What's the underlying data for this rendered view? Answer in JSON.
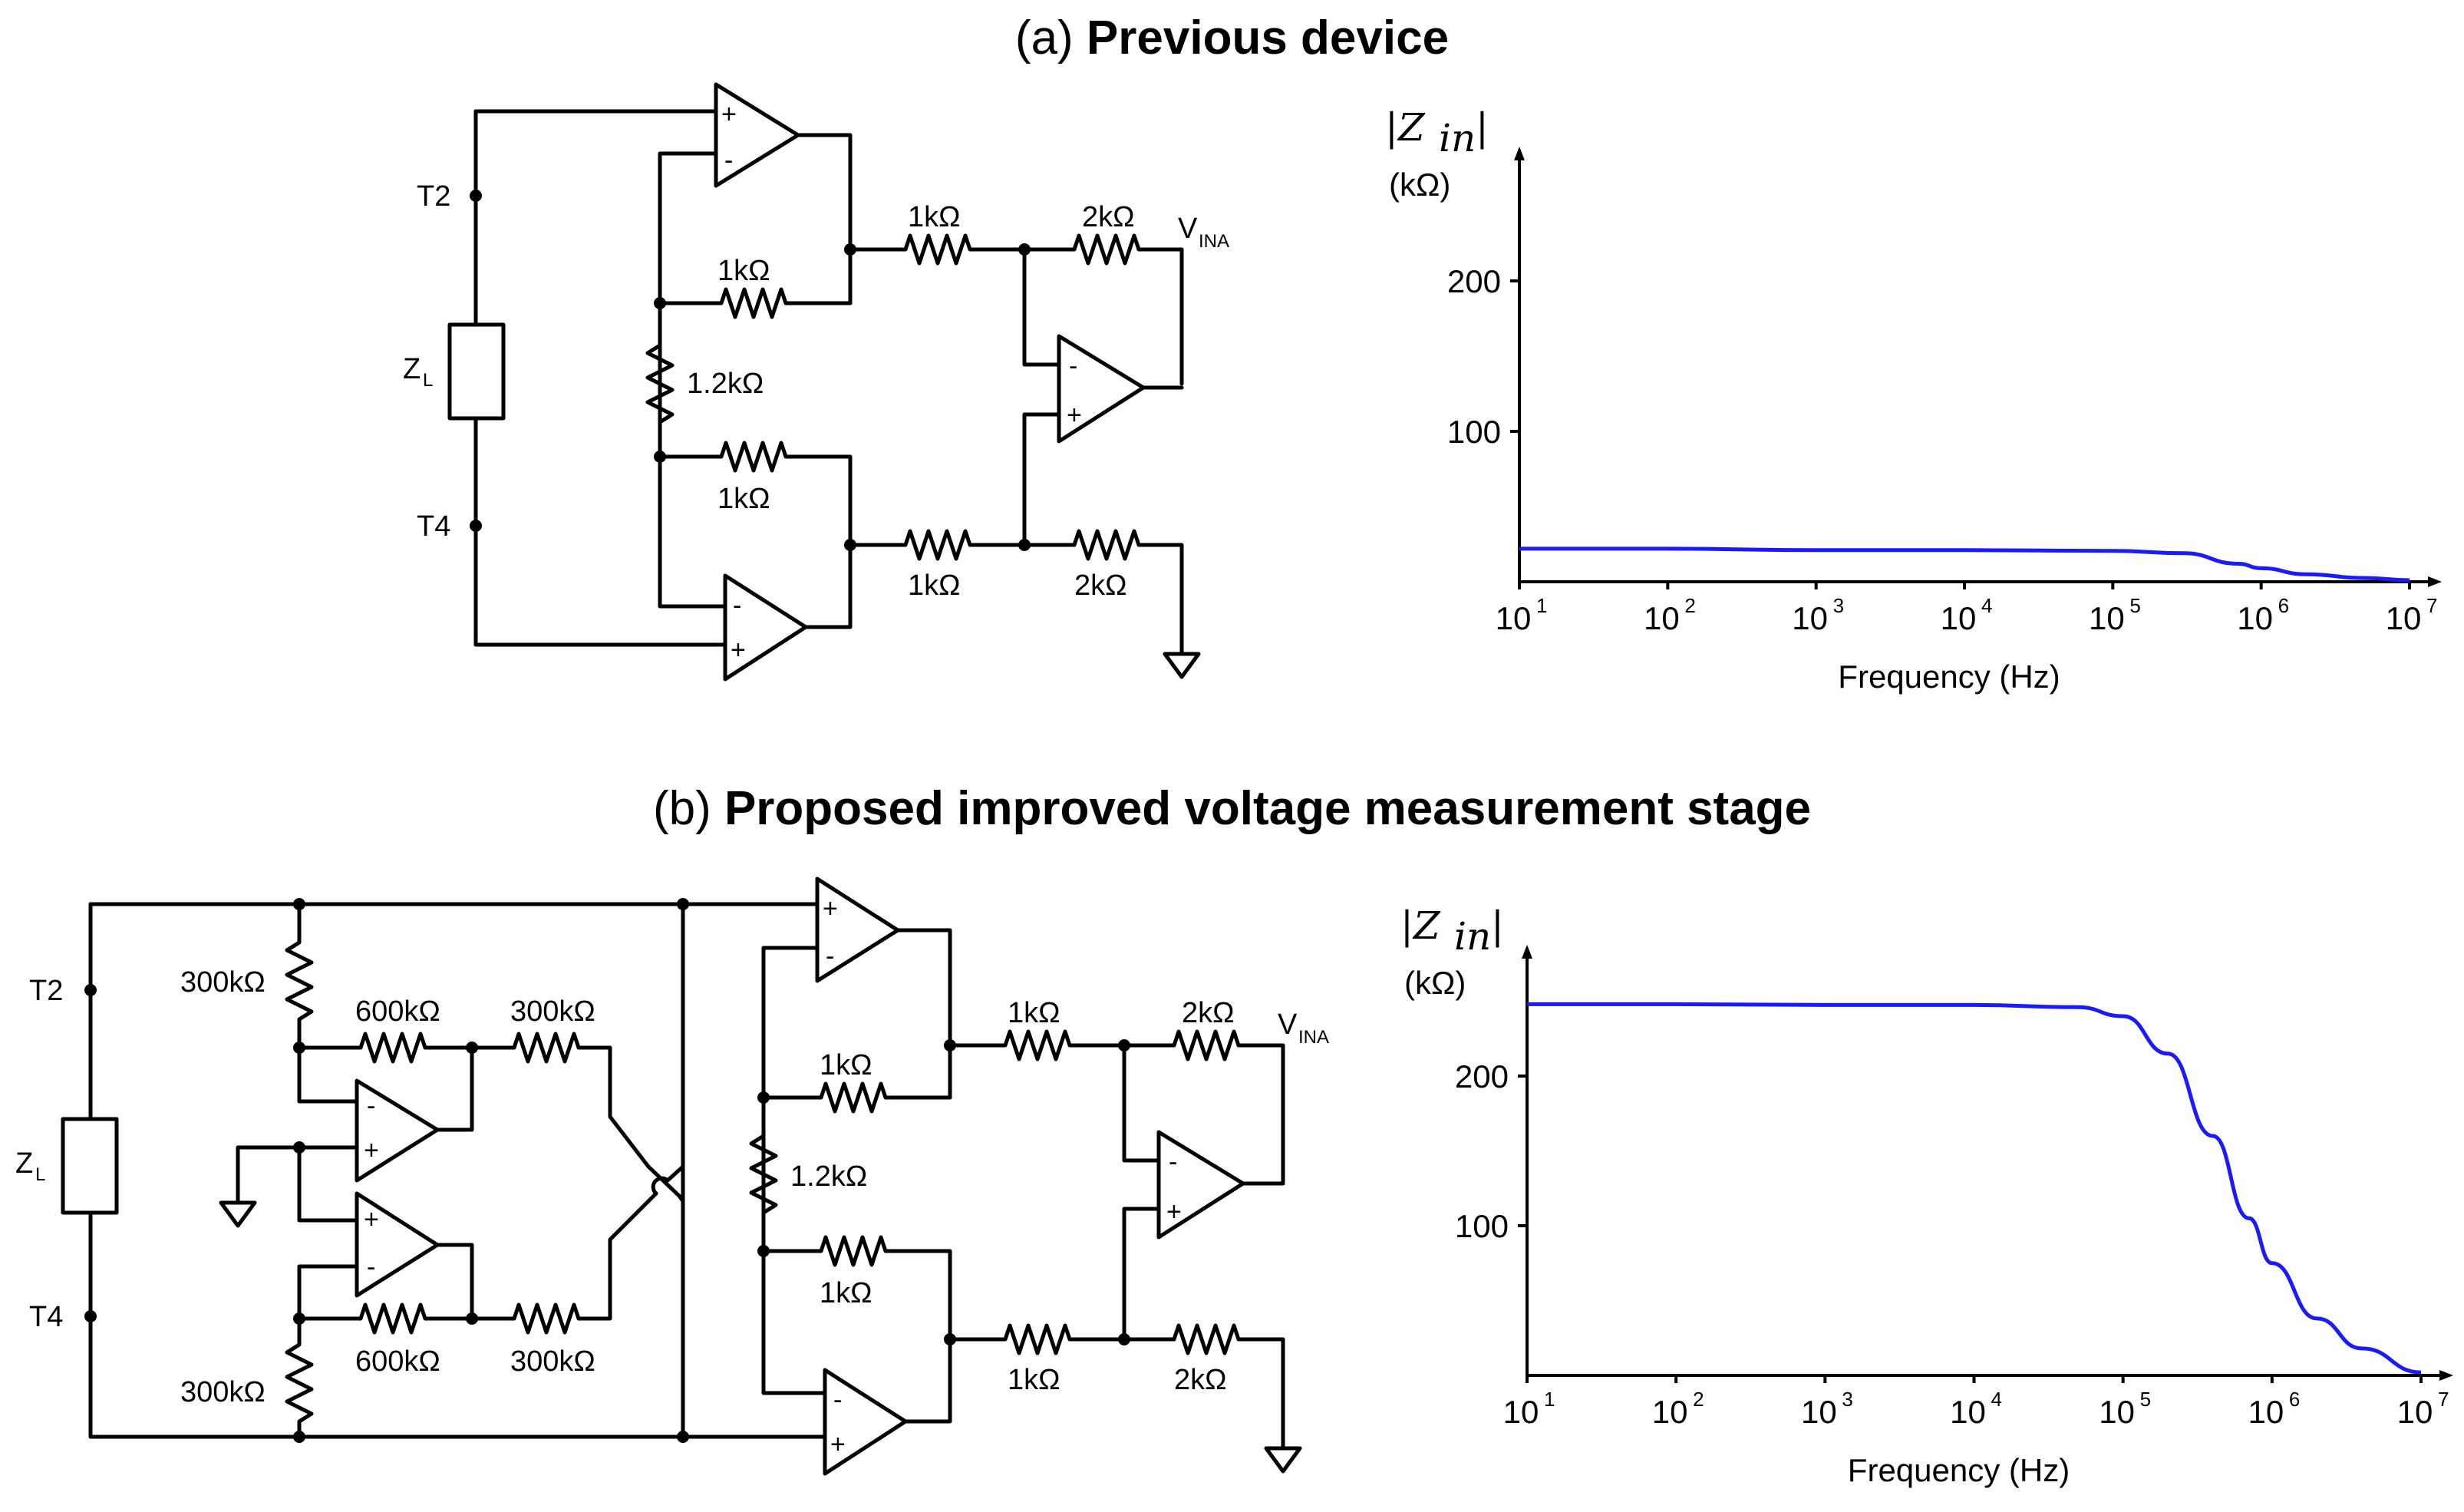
{
  "panel_a": {
    "title_prefix": "(a) ",
    "title_bold": "Previous device",
    "circuit": {
      "t2": "T2",
      "t4": "T4",
      "zl_main": "Z",
      "zl_sub": "L",
      "r_top_in": "1kΩ",
      "r_gain": "1.2kΩ",
      "r_bot_in": "1kΩ",
      "r_diff_in_top": "1kΩ",
      "r_fb": "2kΩ",
      "r_diff_in_bot": "1kΩ",
      "r_gnd": "2kΩ",
      "vout_main": "V",
      "vout_sub": "INA",
      "plus": "+",
      "minus": "-"
    }
  },
  "panel_b": {
    "title_prefix": "(b) ",
    "title_bold": "Proposed improved voltage measurement stage",
    "circuit": {
      "t2": "T2",
      "t4": "T4",
      "zl_main": "Z",
      "zl_sub": "L",
      "r_300_top": "300kΩ",
      "r_600_top": "600kΩ",
      "r_300_top_h": "300kΩ",
      "r_300_bot": "300kΩ",
      "r_600_bot": "600kΩ",
      "r_300_bot_h": "300kΩ",
      "r_top_in": "1kΩ",
      "r_gain": "1.2kΩ",
      "r_bot_in": "1kΩ",
      "r_diff_in_top": "1kΩ",
      "r_fb": "2kΩ",
      "r_diff_in_bot": "1kΩ",
      "r_gnd": "2kΩ",
      "vout_main": "V",
      "vout_sub": "INA",
      "plus": "+",
      "minus": "-"
    }
  },
  "chart_data": [
    {
      "type": "line",
      "title": "",
      "ylabel_expr": "|Z",
      "ylabel_sub": "in",
      "ylabel_close": "|",
      "ylabel_unit": "(kΩ)",
      "xlabel": "Frequency (Hz)",
      "xscale": "log",
      "xlim": [
        10,
        10000000
      ],
      "ylim": [
        0,
        290
      ],
      "yticks": [
        100,
        200
      ],
      "ytick_labels": [
        "100",
        "200"
      ],
      "xtick_labels": [
        "10",
        "10",
        "10",
        "10",
        "10",
        "10",
        "10"
      ],
      "xtick_exps": [
        "1",
        "2",
        "3",
        "4",
        "5",
        "6",
        "7"
      ],
      "series": [
        {
          "color": "#1a1aff",
          "x": [
            10,
            100,
            1000,
            10000,
            100000,
            300000,
            700000,
            1000000,
            2000000,
            5000000,
            10000000
          ],
          "y": [
            22,
            22,
            21,
            21,
            20.5,
            19,
            12,
            9,
            5,
            2.5,
            1
          ]
        }
      ]
    },
    {
      "type": "line",
      "title": "",
      "ylabel_expr": "|Z",
      "ylabel_sub": "in",
      "ylabel_close": "|",
      "ylabel_unit": "(kΩ)",
      "xlabel": "Frequency (Hz)",
      "xscale": "log",
      "xlim": [
        10,
        10000000
      ],
      "ylim": [
        0,
        290
      ],
      "yticks": [
        100,
        200
      ],
      "ytick_labels": [
        "100",
        "200"
      ],
      "xtick_labels": [
        "10",
        "10",
        "10",
        "10",
        "10",
        "10",
        "10"
      ],
      "xtick_exps": [
        "1",
        "2",
        "3",
        "4",
        "5",
        "6",
        "7"
      ],
      "series": [
        {
          "color": "#1a1aff",
          "x": [
            10,
            100,
            1000,
            10000,
            50000,
            100000,
            200000,
            400000,
            700000,
            1000000,
            2000000,
            4000000,
            10000000
          ],
          "y": [
            248,
            248,
            247.5,
            247.5,
            246,
            240,
            215,
            160,
            105,
            75,
            38,
            18,
            2
          ]
        }
      ]
    }
  ]
}
